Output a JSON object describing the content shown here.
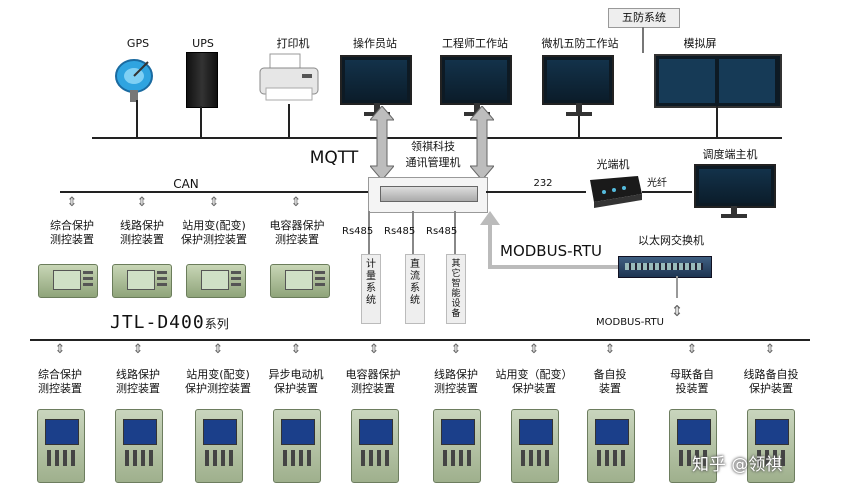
{
  "top": {
    "gps": "GPS",
    "ups": "UPS",
    "printer": "打印机",
    "operator": "操作员站",
    "engineer": "工程师工作站",
    "wufang_station": "微机五防工作站",
    "simulator": "模拟屏",
    "wufang_system": "五防系统"
  },
  "middle": {
    "mqtt": "MQTT",
    "manager_line1": "领祺科技",
    "manager_line2": "通讯管理机",
    "can": "CAN",
    "port232": "232",
    "optical": "光端机",
    "fiber": "光纤",
    "dispatch": "调度端主机",
    "modbus_rtu_big": "MODBUS-RTU",
    "ethernet_switch": "以太网交换机",
    "modbus_rtu_small": "MODBUS-RTU",
    "rs485": [
      "Rs485",
      "Rs485",
      "Rs485"
    ],
    "meter_sys": "计量系统",
    "dc_sys": "直流系统",
    "other_dev": "其它智能设备",
    "series": "JTL-D400",
    "series_suffix": "系列"
  },
  "can_devices": [
    {
      "l1": "综合保护",
      "l2": "测控装置"
    },
    {
      "l1": "线路保护",
      "l2": "测控装置"
    },
    {
      "l1": "站用变(配变)",
      "l2": "保护测控装置"
    },
    {
      "l1": "电容器保护",
      "l2": "测控装置"
    }
  ],
  "bottom_devices": [
    {
      "l1": "综合保护",
      "l2": "测控装置"
    },
    {
      "l1": "线路保护",
      "l2": "测控装置"
    },
    {
      "l1": "站用变(配变)",
      "l2": "保护测控装置"
    },
    {
      "l1": "异步电动机",
      "l2": "保护装置"
    },
    {
      "l1": "电容器保护",
      "l2": "测控装置"
    },
    {
      "l1": "线路保护",
      "l2": "测控装置"
    },
    {
      "l1": "站用变（配变）",
      "l2": "保护装置"
    },
    {
      "l1": "备自投",
      "l2": "装置"
    },
    {
      "l1": "母联备自",
      "l2": "投装置"
    },
    {
      "l1": "线路备自投",
      "l2": "保护装置"
    }
  ],
  "watermark": "知乎 @领祺"
}
